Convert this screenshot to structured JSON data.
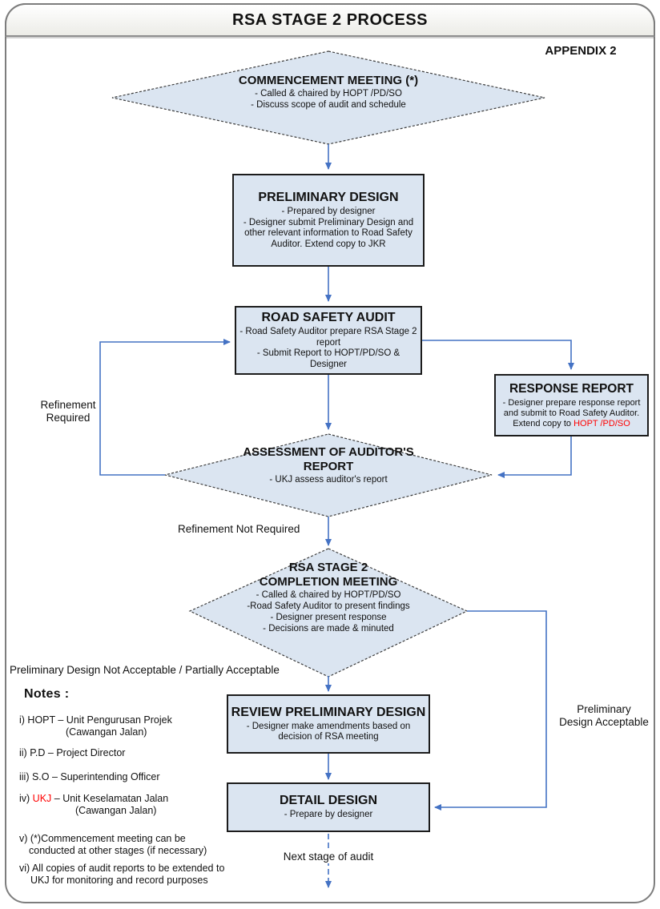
{
  "page": {
    "title": "RSA STAGE 2 PROCESS",
    "appendix_label": "APPENDIX 2"
  },
  "colors": {
    "node_fill": "#dbe5f1",
    "node_border": "#1c1c1c",
    "connector_blue": "#4472c4",
    "highlight_red": "#ff0000"
  },
  "nodes": {
    "commencement": {
      "title": "COMMENCEMENT MEETING (*)",
      "line1": "- Called & chaired by HOPT /PD/SO",
      "line2": "- Discuss  scope of audit and schedule"
    },
    "preliminary": {
      "title": "PRELIMINARY DESIGN",
      "line1": "- Prepared by designer",
      "line2": "- Designer submit Preliminary Design and",
      "line3": "other relevant information to Road Safety",
      "line4": "Auditor. Extend copy to JKR"
    },
    "audit": {
      "title": "ROAD SAFETY AUDIT",
      "line1": "- Road Safety Auditor prepare RSA Stage 2",
      "line2": "report",
      "line3": "- Submit Report to HOPT/PD/SO &",
      "line4": "Designer"
    },
    "response": {
      "title": "RESPONSE REPORT",
      "line1": "- Designer prepare response report",
      "line2": "and submit to Road Safety Auditor.",
      "line3_prefix": "Extend copy to ",
      "line3_red": "HOPT /PD/SO"
    },
    "assessment": {
      "title1": "ASSESSMENT OF AUDITOR'S",
      "title2": "REPORT",
      "line1": "- UKJ assess auditor's report"
    },
    "completion": {
      "title1": "RSA STAGE 2",
      "title2": "COMPLETION MEETING",
      "line1": "- Called & chaired by HOPT/PD/SO",
      "line2": "-Road Safety Auditor to present findings",
      "line3": "- Designer present response",
      "line4": "- Decisions are made & minuted"
    },
    "review": {
      "title": "REVIEW PRELIMINARY DESIGN",
      "line1": "- Designer make amendments based on",
      "line2": "decision of RSA meeting"
    },
    "detail": {
      "title": "DETAIL DESIGN",
      "line1": "- Prepare by designer"
    }
  },
  "edge_labels": {
    "refinement_required_1": "Refinement",
    "refinement_required_2": "Required",
    "refinement_not_required": "Refinement Not Required",
    "not_acceptable": "Preliminary Design Not Acceptable / Partially Acceptable",
    "acceptable_1": "Preliminary",
    "acceptable_2": "Design Acceptable",
    "next_stage": "Next stage of audit"
  },
  "notes": {
    "heading": "Notes :",
    "n1": {
      "l1": "i)  HOPT – Unit Pengurusan Projek",
      "l2": "(Cawangan Jalan)"
    },
    "n2": {
      "l1": "ii)  P.D    – Project Director"
    },
    "n3": {
      "l1": "iii)  S.O   – Superintending Officer"
    },
    "n4": {
      "pre": "iv) ",
      "term": "UKJ",
      "post": "    – Unit Keselamatan Jalan",
      "l2": "(Cawangan Jalan)"
    },
    "n5": {
      "l1": "v) (*)Commencement meeting can be",
      "l2": "conducted at other stages (if necessary)"
    },
    "n6": {
      "l1": "vi) All copies of audit reports to be extended to",
      "l2": "UKJ for monitoring and record purposes"
    }
  }
}
